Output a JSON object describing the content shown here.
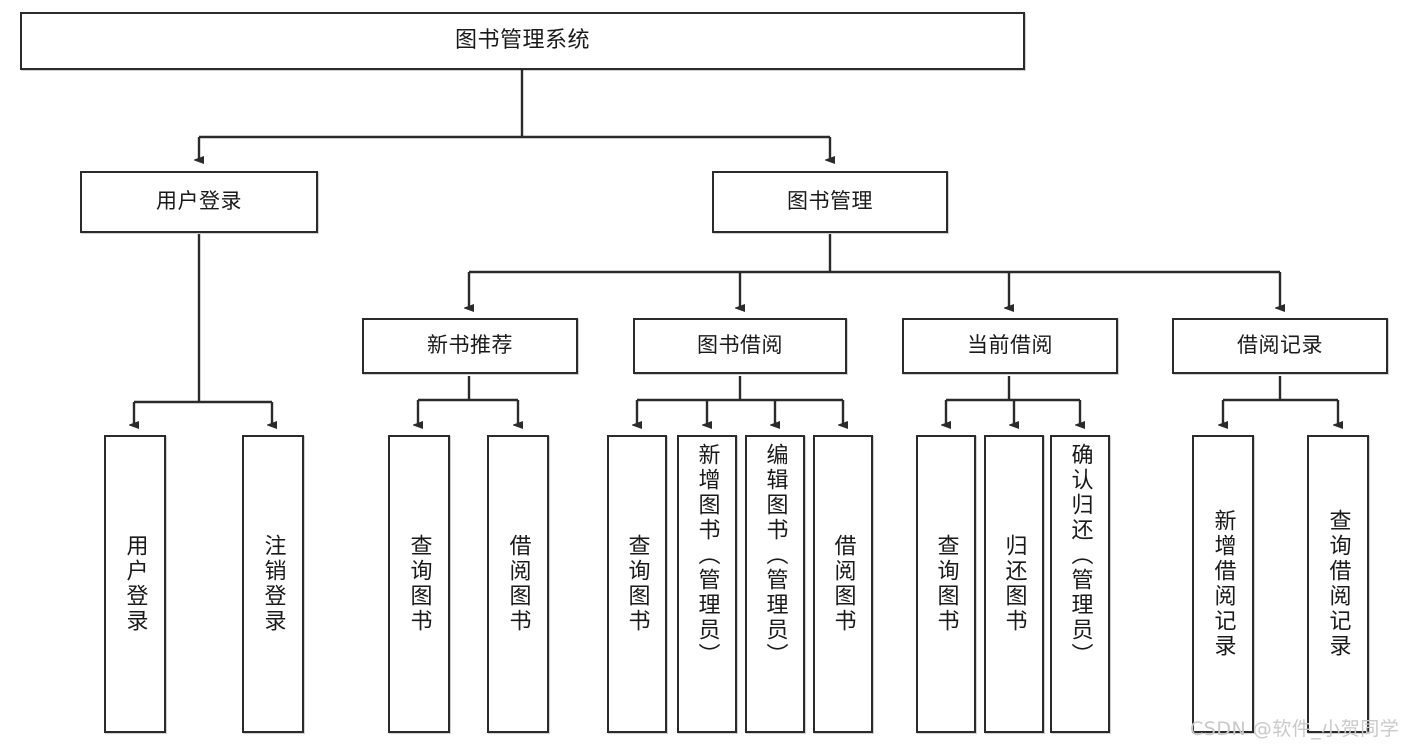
{
  "diagram": {
    "title": "图书管理系统",
    "type": "hierarchy-tree",
    "background_color": "#ffffff",
    "node_border_color": "#2b2b2b",
    "node_fill_color": "#ffffff",
    "text_color": "#1a1a1a"
  },
  "root": {
    "label": "图书管理系统"
  },
  "level2": [
    {
      "label": "用户登录"
    },
    {
      "label": "图书管理"
    }
  ],
  "level3": [
    {
      "label": "新书推荐"
    },
    {
      "label": "图书借阅"
    },
    {
      "label": "当前借阅"
    },
    {
      "label": "借阅记录"
    }
  ],
  "leaves": {
    "user_login": [
      {
        "label": "用户登录"
      },
      {
        "label": "注销登录"
      }
    ],
    "new_book_recommend": [
      {
        "label": "查询图书"
      },
      {
        "label": "借阅图书"
      }
    ],
    "book_borrow": [
      {
        "label": "查询图书"
      },
      {
        "label": "新增图书（管理员）"
      },
      {
        "label": "编辑图书（管理员）"
      },
      {
        "label": "借阅图书"
      }
    ],
    "current_borrow": [
      {
        "label": "查询图书"
      },
      {
        "label": "归还图书"
      },
      {
        "label": "确认归还（管理员）"
      }
    ],
    "borrow_record": [
      {
        "label": "新增借阅记录"
      },
      {
        "label": "查询借阅记录"
      }
    ]
  },
  "watermark": {
    "text": "CSDN @软件_小贺同学",
    "color": "#c9c9c9"
  }
}
